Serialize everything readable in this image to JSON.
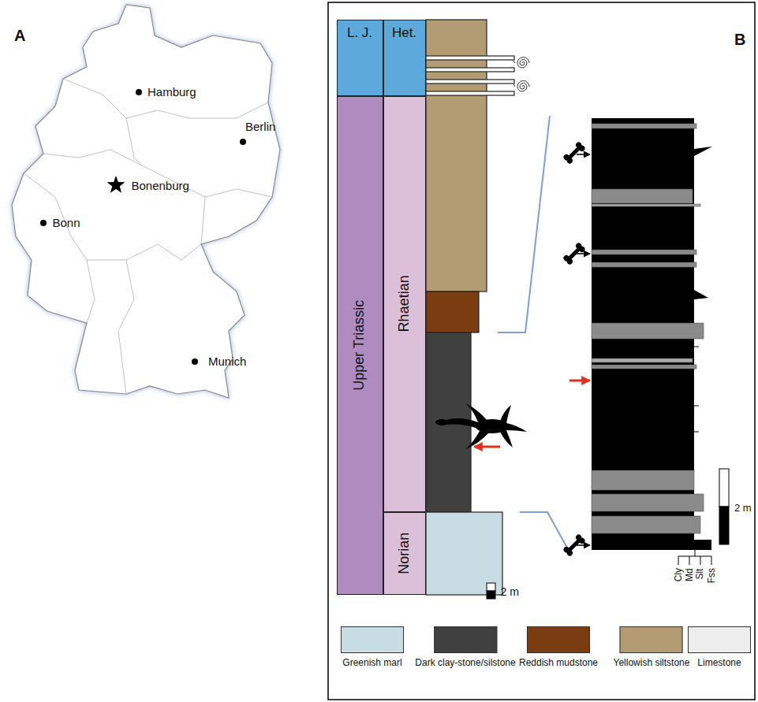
{
  "diagram": {
    "nodes": [
      {
        "text": [
          "L. J."
        ]
      },
      {
        "text": [
          "Het."
        ]
      },
      {
        "text": [
          "Upper Triassic"
        ]
      },
      {
        "text": [
          "Rhaetian"
        ]
      },
      {
        "text": [
          "Norian"
        ]
      }
    ],
    "labels": [
      "A",
      "B",
      "Hamburg",
      "Berlin",
      "Bonenburg",
      "Bonn",
      "Munich",
      "2 m",
      "2 m",
      "Cly",
      "Md",
      "Slt",
      "Fss"
    ],
    "legend": [
      {
        "text": "Greenish marl",
        "color": "#c7dde3"
      },
      {
        "text": "Dark clay-stone/silstone",
        "color": "#404040"
      },
      {
        "text": "Reddish mudstone",
        "color": "#7b3c12"
      },
      {
        "text": "Yellowish siltstone",
        "color": "#b39b73"
      },
      {
        "text": "Limestone",
        "color": "#ededed"
      }
    ]
  }
}
